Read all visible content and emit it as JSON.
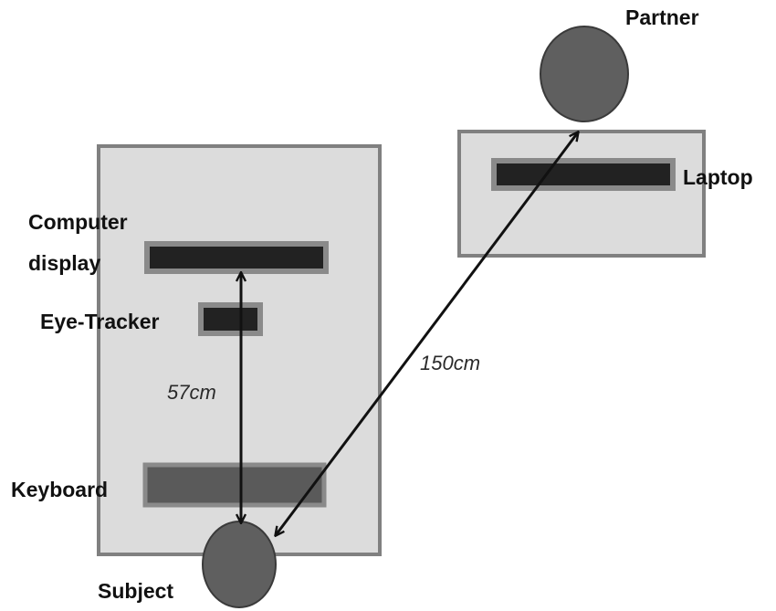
{
  "labels": {
    "partner": "Partner",
    "laptop": "Laptop",
    "computer_display_line1": "Computer",
    "computer_display_line2": "display",
    "eye_tracker": "Eye-Tracker",
    "keyboard": "Keyboard",
    "subject": "Subject"
  },
  "distances": {
    "subject_to_display": "57cm",
    "subject_to_partner": "150cm"
  },
  "colors": {
    "table_fill": "#dcdcdc",
    "table_border": "#808080",
    "device_dark": "#222222",
    "device_border": "#8a8a8a",
    "keyboard_fill": "#5a5a5a",
    "person_fill": "#5f5f5f",
    "person_border": "#3a3a3a",
    "arrow": "#111111"
  }
}
